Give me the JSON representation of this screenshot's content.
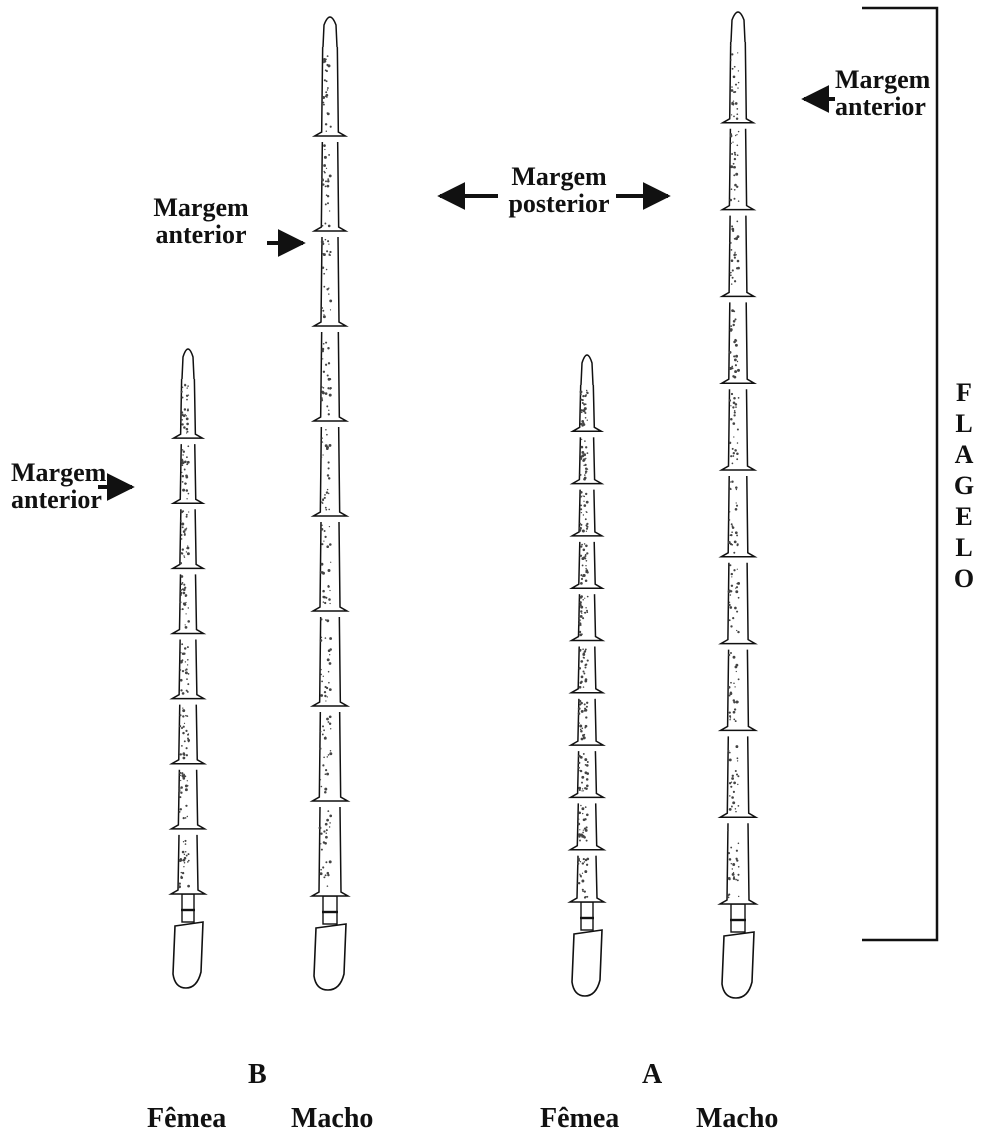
{
  "labels": {
    "margem_anterior_top_right": [
      "Margem",
      "anterior"
    ],
    "margem_anterior_b_macho": [
      "Margem",
      "anterior"
    ],
    "margem_anterior_b_femea": [
      "Margem",
      "anterior"
    ],
    "margem_posterior": [
      "Margem",
      "posterior"
    ],
    "group_b": "B",
    "group_a": "A",
    "femea_b": "Fêmea",
    "macho_b": "Macho",
    "femea_a": "Fêmea",
    "macho_a": "Macho",
    "flagelo_letters": [
      "F",
      "L",
      "A",
      "G",
      "E",
      "L",
      "O"
    ]
  },
  "antennae": [
    {
      "group": "B",
      "sex": "Fêmea",
      "segments": 8
    },
    {
      "group": "B",
      "sex": "Macho",
      "segments": 9
    },
    {
      "group": "A",
      "sex": "Fêmea",
      "segments": 10
    },
    {
      "group": "A",
      "sex": "Macho",
      "segments": 10
    }
  ],
  "colors": {
    "ink": "#111111",
    "stipple": "#444444"
  }
}
